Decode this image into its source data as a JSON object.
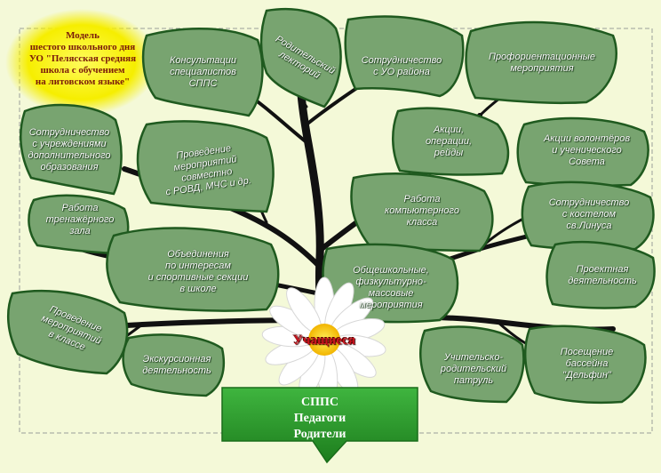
{
  "model_title": "Модель\nшестого школьного дня\nУО \"Пелясская средняя\nшкола с обучением\nна литовском языке\"",
  "center": "Учащиеся",
  "bottom_lines": [
    "СППС",
    "Педагоги",
    "Родители"
  ],
  "leaves": [
    {
      "id": "konsultatsii",
      "text": "Консультации\nспециалистов\nСППС"
    },
    {
      "id": "roditelskiy-lektoriy",
      "text": "Родительский\nлекторий"
    },
    {
      "id": "sotrudnichestvo-uo",
      "text": "Сотрудничество\nс УО района"
    },
    {
      "id": "proforientatsiya",
      "text": "Профориентационные\nмероприятия"
    },
    {
      "id": "sotrudnichestvo-uchrezhdeniya",
      "text": "Сотрудничество\nс учреждениями\nдополнительного\nобразования"
    },
    {
      "id": "provedenie-rovd",
      "text": "Проведение\nмероприятий\nсовместно\nс РОВД, МЧС и др."
    },
    {
      "id": "aktsii",
      "text": "Акции,\nоперации,\nрейды"
    },
    {
      "id": "volontery",
      "text": "Акции волонтёров\nи ученического\nСовета"
    },
    {
      "id": "trenazherny-zal",
      "text": "Работа\nтренажёрного\nзала"
    },
    {
      "id": "kompyuterny-klass",
      "text": "Работа\nкомпьютерного\nкласса"
    },
    {
      "id": "kostel",
      "text": "Сотрудничество\nс костелом\nсв.Линуса"
    },
    {
      "id": "obedineniya",
      "text": "Объединения\nпо интересам\nи спортивные секции\nв школе"
    },
    {
      "id": "obshcheshkolnye",
      "text": "Общешкольные,\nфизкультурно-\nмассовые\nмероприятия"
    },
    {
      "id": "proektnaya",
      "text": "Проектная\nдеятельность"
    },
    {
      "id": "provedenie-v-klasse",
      "text": "Проведение\nмероприятий\nв классе"
    },
    {
      "id": "ekskursionnaya",
      "text": "Экскурсионная\nдеятельность"
    },
    {
      "id": "patrul",
      "text": "Учительско-\nродительский\nпатруль"
    },
    {
      "id": "basseyn",
      "text": "Посещение\nбассейна\n\"Дельфин\""
    }
  ],
  "colors": {
    "leaf_fill": "#78a470",
    "leaf_stroke": "#1f5a1f",
    "branch": "#111111",
    "callout_green": "#2c9a2c",
    "model_bubble": "#fbf400",
    "center_text": "#c8141e"
  }
}
